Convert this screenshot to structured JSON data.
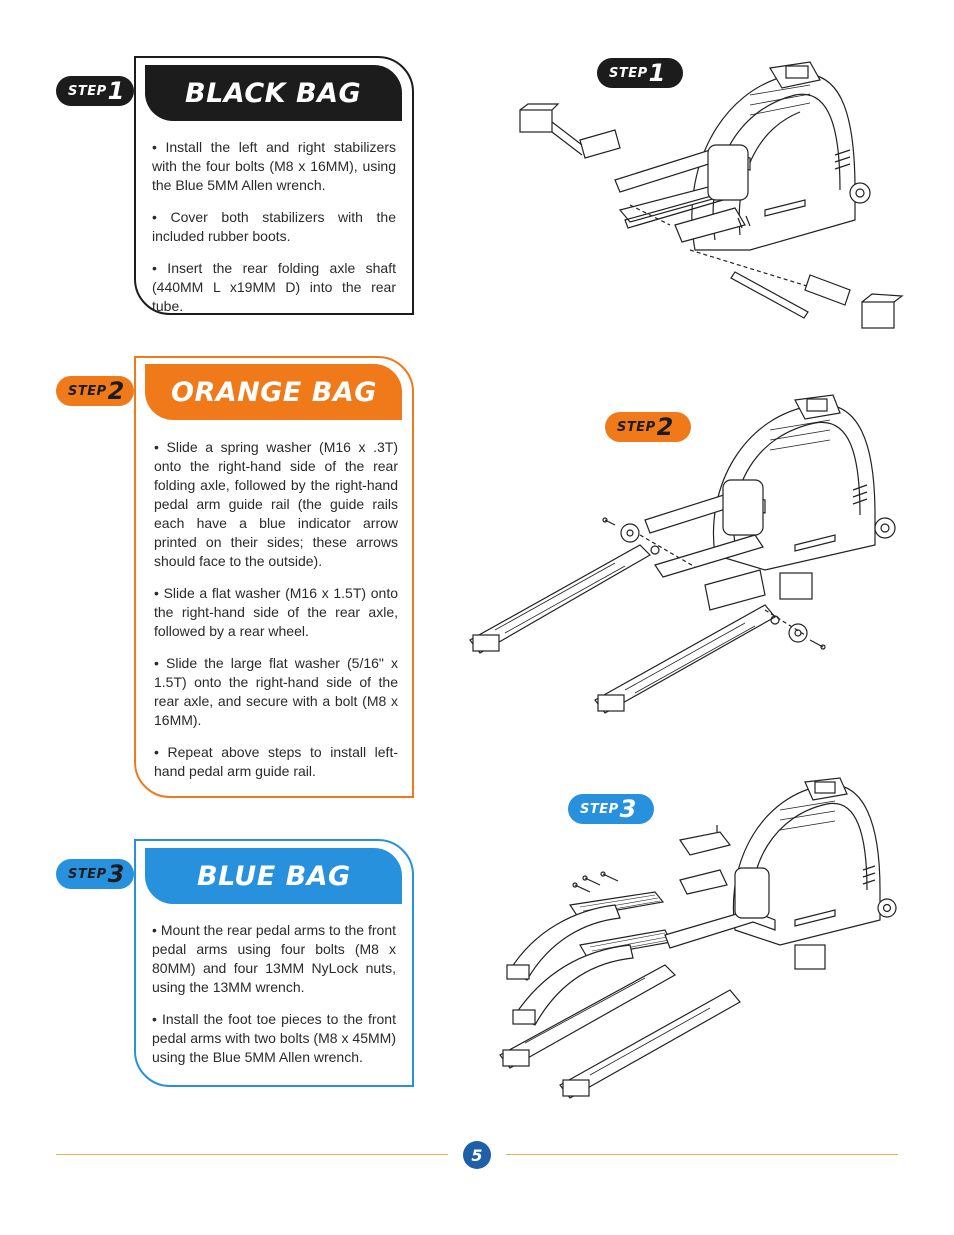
{
  "colors": {
    "black": "#1c1c1c",
    "orange": "#f07a1a",
    "blue": "#2891de",
    "footer_line": "#e6b84a",
    "page_badge": "#1f5fa8"
  },
  "steps": [
    {
      "tag_word": "STEP",
      "tag_num": "1",
      "title": "BLACK BAG",
      "paragraphs": [
        "• Install the left and right stabilizers with the four bolts (M8 x 16MM), using the Blue 5MM Allen wrench.",
        "• Cover both stabilizers with the included rubber boots.",
        "• Insert the rear folding axle shaft (440MM L x19MM D) into the rear tube."
      ]
    },
    {
      "tag_word": "STEP",
      "tag_num": "2",
      "title": "ORANGE BAG",
      "paragraphs": [
        "• Slide a spring washer (M16 x .3T) onto the right-hand side of the rear folding axle, followed by the right-hand pedal arm guide rail (the guide rails each have a blue indicator arrow printed on their sides; these arrows should face to the outside).",
        "• Slide a flat washer (M16 x 1.5T) onto the right-hand side of the rear axle, followed by a rear wheel.",
        "• Slide the large flat washer (5/16\" x 1.5T) onto the right-hand side of the rear axle, and secure with a bolt (M8 x 16MM).",
        "• Repeat above steps to install left-hand pedal arm guide rail."
      ]
    },
    {
      "tag_word": "STEP",
      "tag_num": "3",
      "title": "BLUE BAG",
      "paragraphs": [
        "• Mount the rear pedal arms to the front pedal arms using four bolts (M8 x 80MM) and four 13MM NyLock nuts, using the 13MM wrench.",
        "• Install the foot toe pieces to the front pedal arms with two bolts (M8 x 45MM) using the Blue 5MM Allen wrench."
      ]
    }
  ],
  "diagram_tags": [
    {
      "word": "STEP",
      "num": "1"
    },
    {
      "word": "STEP",
      "num": "2"
    },
    {
      "word": "STEP",
      "num": "3"
    }
  ],
  "page_number": "5"
}
